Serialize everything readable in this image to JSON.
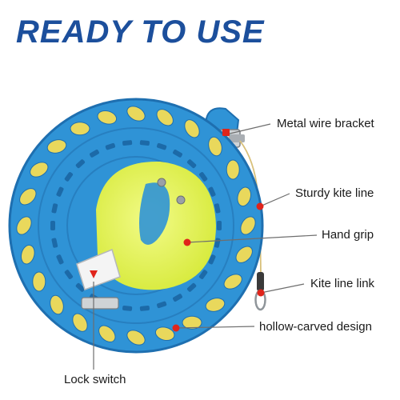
{
  "headline": "READY TO USE",
  "colors": {
    "headline": "#1c4f9c",
    "reel_body": "#2f93d6",
    "reel_rim": "#1e6fb0",
    "hub": "#e4f25a",
    "marker": "#e0241b",
    "leader_line": "#6e6e6e"
  },
  "callouts": {
    "metal_wire_bracket": "Metal wire bracket",
    "sturdy_kite_line": "Sturdy kite line",
    "hand_grip": "Hand grip",
    "kite_line_link": "Kite line link",
    "hollow_carved_design": "hollow-carved design",
    "lock_switch": "Lock switch"
  }
}
